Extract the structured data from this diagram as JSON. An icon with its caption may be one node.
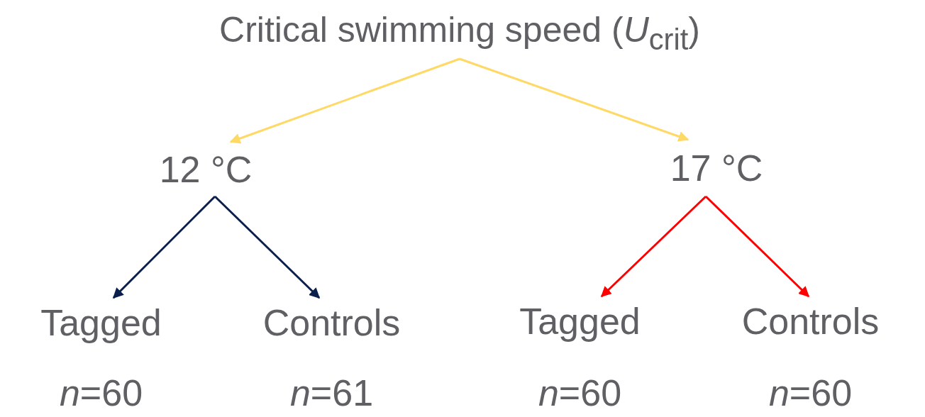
{
  "diagram": {
    "nodes": [
      {
        "text": [
          "Critical swimming speed (*U*$_{crit}$)"
        ]
      },
      {
        "text": [
          "12 °C"
        ]
      },
      {
        "text": [
          "17 °C"
        ]
      },
      {
        "text": [
          "Tagged"
        ],
        "beside": [
          "*n*=60"
        ]
      },
      {
        "text": [
          "Controls"
        ],
        "beside": [
          "*n*=61"
        ]
      },
      {
        "text": [
          "Tagged"
        ],
        "beside": [
          "*n*=60"
        ]
      },
      {
        "text": [
          "Controls"
        ],
        "beside": [
          "*n*=60"
        ]
      }
    ],
    "edges": [
      {
        "from": 0,
        "to": 1,
        "arrow": "to",
        "color": "#ffd966"
      },
      {
        "from": 0,
        "to": 2,
        "arrow": "to",
        "color": "#ffd966"
      },
      {
        "from": 1,
        "to": 3,
        "arrow": "to",
        "color": "#0b1f4d"
      },
      {
        "from": 1,
        "to": 4,
        "arrow": "to",
        "color": "#0b1f4d"
      },
      {
        "from": 2,
        "to": 5,
        "arrow": "to",
        "color": "#ff0000"
      },
      {
        "from": 2,
        "to": 6,
        "arrow": "to",
        "color": "#ff0000"
      }
    ]
  }
}
